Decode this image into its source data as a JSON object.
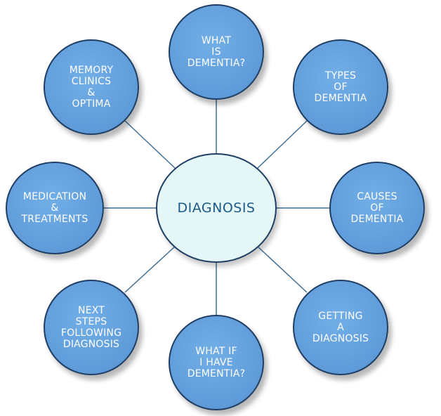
{
  "center": {
    "label": "DIAGNOSIS"
  },
  "nodes": {
    "what_is_dementia": {
      "label": "WHAT\nIS\nDEMENTIA?"
    },
    "types_of_dementia": {
      "label": "TYPES\nOF\nDEMENTIA"
    },
    "causes_of_dementia": {
      "label": "CAUSES\nOF\nDEMENTIA"
    },
    "getting_a_diagnosis": {
      "label": "GETTING\nA\nDIAGNOSIS"
    },
    "what_if_i_have_dementia": {
      "label": "WHAT IF\nI HAVE\nDEMENTIA?"
    },
    "next_steps": {
      "label": "NEXT\nSTEPS\nFOLLOWING\nDIAGNOSIS"
    },
    "medication_treatments": {
      "label": "MEDICATION\n&\nTREATMENTS"
    },
    "memory_clinics_optima": {
      "label": "MEMORY\nCLINICS\n&\nOPTIMA"
    }
  },
  "colors": {
    "outer_fill": "#5f9bd9",
    "outer_border": "#1f3e63",
    "center_fill": "#e4f7f6",
    "center_text": "#1d5a87",
    "connector": "#3f6f95"
  }
}
